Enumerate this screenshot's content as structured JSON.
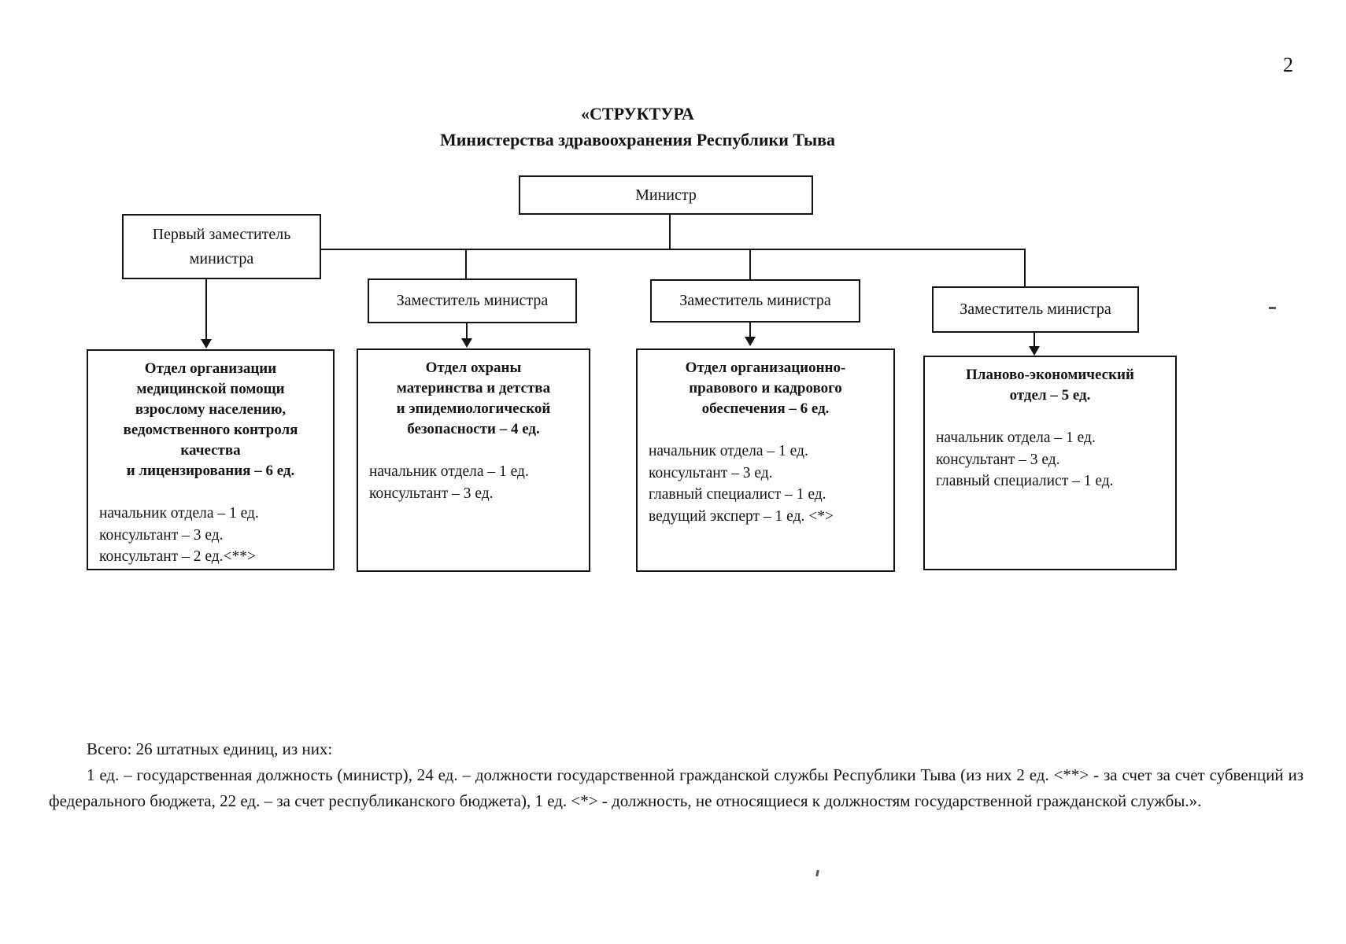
{
  "page_number": "2",
  "title": {
    "lines": [
      "«СТРУКТУРА",
      "Министерства здравоохранения Республики Тыва"
    ]
  },
  "org_chart": {
    "minister": {
      "label": "Министр"
    },
    "first_deputy": {
      "lines": [
        "Первый заместитель",
        "министра"
      ]
    },
    "deputies": [
      {
        "label": "Заместитель министра"
      },
      {
        "label": "Заместитель министра"
      },
      {
        "label": "Заместитель министра"
      }
    ],
    "departments": [
      {
        "title_lines": [
          "Отдел организации",
          "медицинской помощи",
          "взрослому населению,",
          "ведомственного контроля",
          "качества",
          "и лицензирования – 6 ед."
        ],
        "staff_lines": [
          "начальник отдела – 1 ед.",
          "консультант – 3 ед.",
          "консультант – 2 ед.<**>"
        ]
      },
      {
        "title_lines": [
          "Отдел охраны",
          "материнства и детства",
          "и эпидемиологической",
          "безопасности – 4 ед."
        ],
        "staff_lines": [
          "начальник отдела – 1 ед.",
          "консультант – 3 ед."
        ]
      },
      {
        "title_lines": [
          "Отдел организационно-",
          "правового и кадрового",
          "обеспечения – 6 ед."
        ],
        "staff_lines": [
          "начальник отдела – 1 ед.",
          "консультант – 3 ед.",
          "главный специалист – 1 ед.",
          "ведущий эксперт – 1 ед. <*>"
        ]
      },
      {
        "title_lines": [
          "Планово-экономический",
          "отдел – 5 ед."
        ],
        "staff_lines": [
          "начальник отдела – 1 ед.",
          "консультант – 3 ед.",
          "главный специалист – 1 ед."
        ]
      }
    ]
  },
  "footer": {
    "total_line": "Всего: 26 штатных единиц, из них:",
    "breakdown": "1 ед. – государственная должность (министр), 24 ед. – должности государственной гражданской службы Республики Тыва (из них 2 ед. <**> - за счет за счет субвенций из федерального бюджета, 22 ед. – за счет республиканского бюджета), 1 ед. <*> - должность, не относящиеся к должностям государственной гражданской службы.»."
  },
  "colors": {
    "ink": "#141414",
    "paper": "#ffffff"
  }
}
